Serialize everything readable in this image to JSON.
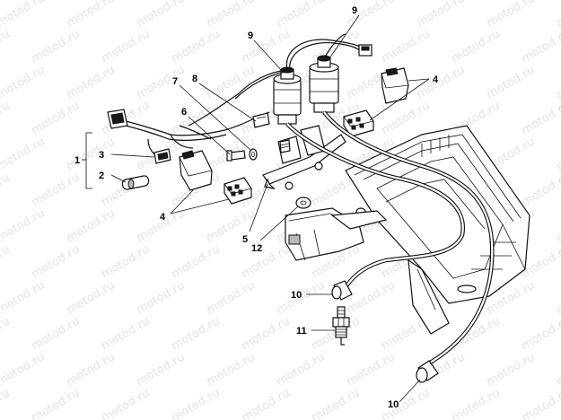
{
  "watermark": {
    "text": "motod.ru"
  },
  "callouts": [
    {
      "id": "c1",
      "text": "1"
    },
    {
      "id": "c2",
      "text": "2"
    },
    {
      "id": "c3",
      "text": "3"
    },
    {
      "id": "c4a",
      "text": "4"
    },
    {
      "id": "c4b",
      "text": "4"
    },
    {
      "id": "c5",
      "text": "5"
    },
    {
      "id": "c6",
      "text": "6"
    },
    {
      "id": "c7",
      "text": "7"
    },
    {
      "id": "c8",
      "text": "8"
    },
    {
      "id": "c9a",
      "text": "9"
    },
    {
      "id": "c9b",
      "text": "9"
    },
    {
      "id": "c10a",
      "text": "10"
    },
    {
      "id": "c10b",
      "text": "10"
    },
    {
      "id": "c11",
      "text": "11"
    },
    {
      "id": "c12",
      "text": "12"
    }
  ]
}
